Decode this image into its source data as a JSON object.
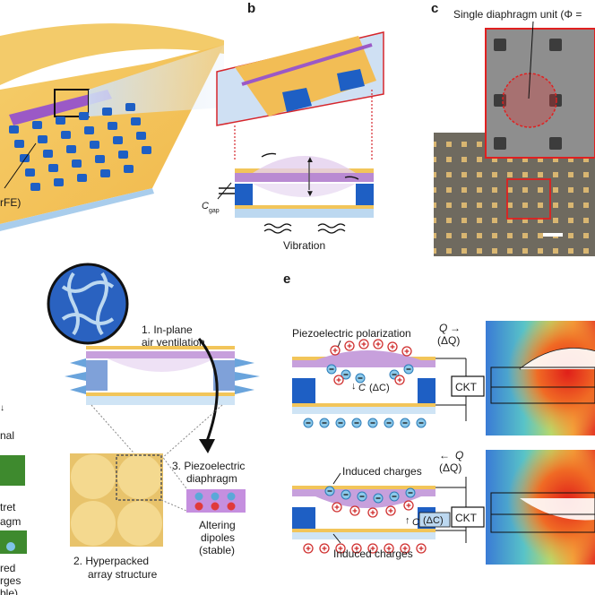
{
  "panels": {
    "a": {
      "label_partial": "rFE)"
    },
    "b": {
      "letter": "b",
      "c_gap_main": "C",
      "c_gap_sub": "gap",
      "vibration": "Vibration"
    },
    "c": {
      "letter": "c",
      "unit_label": "Single diaphragm unit (Φ ="
    },
    "d": {
      "left_partial": {
        "line1": "nal",
        "line2": "tret",
        "line3": "agm",
        "line4": "red",
        "line5": "rges",
        "line6": "ble)"
      },
      "step1": {
        "line1": "1. In-plane",
        "line2": "air ventilation"
      },
      "step2": {
        "line1": "2. Hyperpacked",
        "line2": "array structure"
      },
      "step3": {
        "line1": "3. Piezoelectric",
        "line2": "diaphragm"
      },
      "dipoles": {
        "line1": "Altering",
        "line2": "dipoles",
        "line3": "(stable)"
      }
    },
    "e": {
      "letter": "e",
      "top": {
        "polarization": "Piezoelectric polarization",
        "q": "Q",
        "dq": "(ΔQ)",
        "c": "C",
        "dc": "(ΔC)",
        "ckt": "CKT"
      },
      "bottom": {
        "induced_top": "Induced charges",
        "induced_bottom": "Induced charges",
        "q": "Q",
        "dq": "(ΔQ)",
        "c": "C",
        "dc": "(ΔC)",
        "ckt": "CKT"
      }
    }
  }
}
